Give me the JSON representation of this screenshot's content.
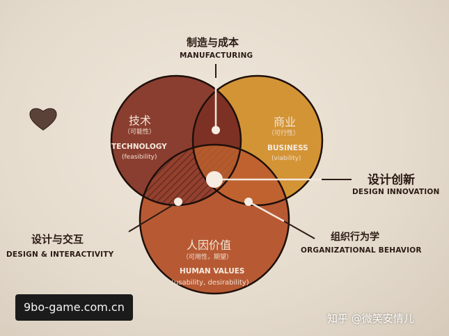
{
  "top": {
    "cn": "制造与成本",
    "en": "MANUFACTURING"
  },
  "technology": {
    "cn": "技术",
    "sub": "（可能性）",
    "en": "TECHNOLOGY",
    "en_sub": "(feasibility)"
  },
  "business": {
    "cn": "商业",
    "sub": "（可行性）",
    "en": "BUSINESS",
    "en_sub": "(viability)"
  },
  "human": {
    "cn": "人因价值",
    "sub": "（可用性，期望）",
    "en": "HUMAN VALUES",
    "en_sub": "(usability, desirability)"
  },
  "design_innovation": {
    "cn": "设计创新",
    "en": "DESIGN INNOVATION"
  },
  "design_interactivity": {
    "cn": "设计与交互",
    "en": "DESIGN & INTERACTIVITY"
  },
  "organizational": {
    "cn": "组织行为学",
    "en": "ORGANIZATIONAL BEHAVIOR"
  },
  "watermark": "9bo-game.com.cn",
  "credit": "知乎 @微笑安情儿",
  "colors": {
    "technology_circle": "#8a3e30",
    "business_circle": "#d39436",
    "human_circle": "#b75a34",
    "outline": "#1e0f0a",
    "heart": "#5a4238"
  }
}
